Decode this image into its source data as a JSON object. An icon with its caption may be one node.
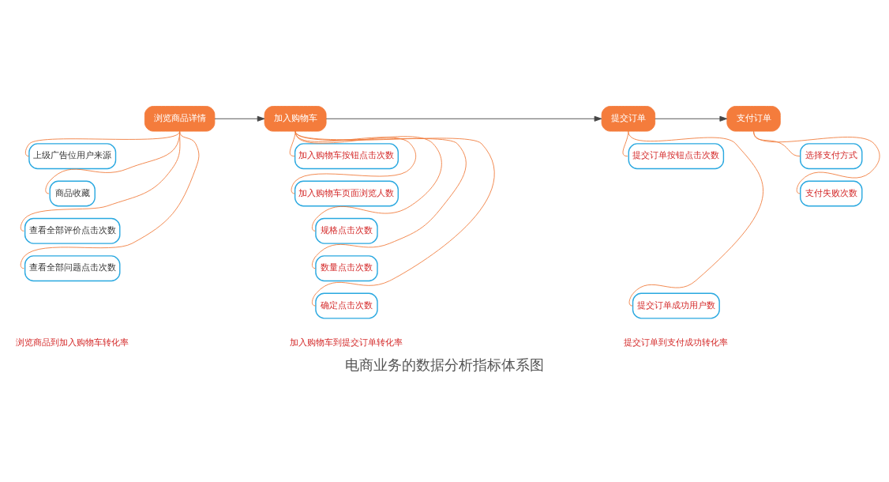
{
  "diagram": {
    "caption": "电商业务的数据分析指标体系图",
    "nodes": [
      {
        "text": [
          "浏览商品详情"
        ]
      },
      {
        "text": [
          "上级广告位用户来源"
        ]
      },
      {
        "text": [
          "商品收藏"
        ]
      },
      {
        "text": [
          "查看全部评价点击次数"
        ]
      },
      {
        "text": [
          "查看全部问题点击次数"
        ]
      },
      {
        "text": [
          "加入购物车"
        ]
      },
      {
        "text": [
          "加入购物车按钮点击次数"
        ]
      },
      {
        "text": [
          "加入购物车页面浏览人数"
        ]
      },
      {
        "text": [
          "规格点击次数"
        ]
      },
      {
        "text": [
          "数量点击次数"
        ]
      },
      {
        "text": [
          "确定点击次数"
        ]
      },
      {
        "text": [
          "提交订单"
        ]
      },
      {
        "text": [
          "提交订单按钮点击次数"
        ]
      },
      {
        "text": [
          "提交订单成功用户数"
        ]
      },
      {
        "text": [
          "支付订单"
        ]
      },
      {
        "text": [
          "选择支付方式"
        ]
      },
      {
        "text": [
          "支付失败次数"
        ]
      }
    ],
    "edges": [
      {
        "from": 0,
        "to": 5,
        "arrow": "to",
        "color": "#444444"
      },
      {
        "from": 5,
        "to": 11,
        "arrow": "to",
        "color": "#444444"
      },
      {
        "from": 11,
        "to": 14,
        "arrow": "to",
        "color": "#444444"
      },
      {
        "from": 0,
        "to": 1,
        "arrow": "none",
        "color": "#f07a3a"
      },
      {
        "from": 0,
        "to": 2,
        "arrow": "none",
        "color": "#f07a3a"
      },
      {
        "from": 0,
        "to": 3,
        "arrow": "none",
        "color": "#f07a3a"
      },
      {
        "from": 0,
        "to": 4,
        "arrow": "none",
        "color": "#f07a3a"
      },
      {
        "from": 5,
        "to": 6,
        "arrow": "none",
        "color": "#f07a3a"
      },
      {
        "from": 5,
        "to": 7,
        "arrow": "none",
        "color": "#f07a3a"
      },
      {
        "from": 5,
        "to": 8,
        "arrow": "none",
        "color": "#f07a3a"
      },
      {
        "from": 5,
        "to": 9,
        "arrow": "none",
        "color": "#f07a3a"
      },
      {
        "from": 5,
        "to": 10,
        "arrow": "none",
        "color": "#f07a3a"
      },
      {
        "from": 11,
        "to": 12,
        "arrow": "none",
        "color": "#f07a3a"
      },
      {
        "from": 11,
        "to": 13,
        "arrow": "none",
        "color": "#f07a3a"
      },
      {
        "from": 14,
        "to": 15,
        "arrow": "none",
        "color": "#f07a3a"
      },
      {
        "from": 14,
        "to": 16,
        "arrow": "none",
        "color": "#f07a3a"
      }
    ],
    "labels": [
      "浏览商品到加入购物车转化率",
      "加入购物车到提交订单转化率",
      "提交订单到支付成功转化率"
    ]
  }
}
